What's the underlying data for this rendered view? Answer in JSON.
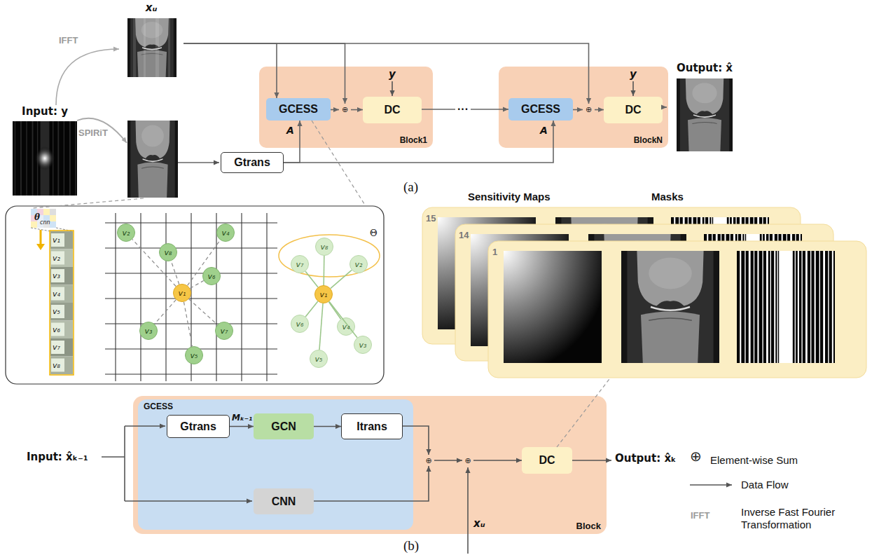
{
  "diagram": {
    "nodes": [
      {
        "text": [
          "Input: y"
        ]
      },
      {
        "text": [
          "xᵤ"
        ]
      },
      {
        "text": [
          "Gtrans"
        ]
      },
      {
        "text": [
          "Block1"
        ]
      },
      {
        "text": [
          "GCESS"
        ],
        "in": 3
      },
      {
        "text": [
          "⊕"
        ],
        "in": 3
      },
      {
        "text": [
          "DC"
        ],
        "in": 3
      },
      {
        "text": [
          "BlockN"
        ]
      },
      {
        "text": [
          "GCESS"
        ],
        "in": 7
      },
      {
        "text": [
          "⊕"
        ],
        "in": 7
      },
      {
        "text": [
          "DC"
        ],
        "in": 7
      },
      {
        "text": [
          "Output: x̂"
        ]
      },
      {
        "text": [
          "v₂"
        ]
      },
      {
        "text": [
          "v₄"
        ]
      },
      {
        "text": [
          "v₈"
        ]
      },
      {
        "text": [
          "v₆"
        ]
      },
      {
        "text": [
          "v₁"
        ]
      },
      {
        "text": [
          "v₃"
        ]
      },
      {
        "text": [
          "v₇"
        ]
      },
      {
        "text": [
          "v₅"
        ]
      },
      {
        "text": [
          "v₈"
        ]
      },
      {
        "text": [
          "v₇"
        ]
      },
      {
        "text": [
          "v₂"
        ]
      },
      {
        "text": [
          "v₁"
        ]
      },
      {
        "text": [
          "v₆"
        ]
      },
      {
        "text": [
          "v₄"
        ]
      },
      {
        "text": [
          "v₃"
        ]
      },
      {
        "text": [
          "v₅"
        ]
      },
      {
        "text": [
          "Block"
        ]
      },
      {
        "text": [
          "GCESS"
        ],
        "in": 28
      },
      {
        "text": [
          "Gtrans"
        ],
        "in": 29
      },
      {
        "text": [
          "GCN"
        ],
        "in": 29
      },
      {
        "text": [
          "Itrans"
        ],
        "in": 29
      },
      {
        "text": [
          "CNN"
        ],
        "in": 29
      },
      {
        "text": [
          "⊕"
        ],
        "in": 28
      },
      {
        "text": [
          "⊕"
        ],
        "in": 28
      },
      {
        "text": [
          "DC"
        ],
        "in": 28
      }
    ],
    "edges": [
      {
        "from": 0,
        "to": 1,
        "arrow": "to",
        "label": "IFFT"
      },
      {
        "from": 1,
        "to": 4,
        "arrow": "to"
      },
      {
        "from": 1,
        "to": 5,
        "arrow": "to"
      },
      {
        "from": 1,
        "to": 9,
        "arrow": "to"
      },
      {
        "from": 2,
        "to": 4,
        "arrow": "to",
        "label": "A"
      },
      {
        "from": 2,
        "to": 8,
        "arrow": "to",
        "label": "A"
      },
      {
        "from": 4,
        "to": 5,
        "arrow": "to"
      },
      {
        "from": 5,
        "to": 6,
        "arrow": "to"
      },
      {
        "from": 6,
        "to": 8,
        "arrow": "to",
        "label": "···"
      },
      {
        "from": 8,
        "to": 9,
        "arrow": "to"
      },
      {
        "from": 9,
        "to": 10,
        "arrow": "to"
      },
      {
        "from": 10,
        "to": 11,
        "arrow": "to"
      },
      {
        "from": 16,
        "to": 12,
        "arrow": "none"
      },
      {
        "from": 16,
        "to": 13,
        "arrow": "none"
      },
      {
        "from": 16,
        "to": 14,
        "arrow": "none"
      },
      {
        "from": 16,
        "to": 15,
        "arrow": "none"
      },
      {
        "from": 16,
        "to": 17,
        "arrow": "none"
      },
      {
        "from": 16,
        "to": 18,
        "arrow": "none"
      },
      {
        "from": 16,
        "to": 19,
        "arrow": "none"
      },
      {
        "from": 23,
        "to": 20,
        "arrow": "none"
      },
      {
        "from": 23,
        "to": 21,
        "arrow": "none"
      },
      {
        "from": 23,
        "to": 22,
        "arrow": "none"
      },
      {
        "from": 23,
        "to": 24,
        "arrow": "none"
      },
      {
        "from": 23,
        "to": 25,
        "arrow": "none"
      },
      {
        "from": 23,
        "to": 26,
        "arrow": "none"
      },
      {
        "from": 23,
        "to": 27,
        "arrow": "none"
      },
      {
        "from": 30,
        "to": 31,
        "arrow": "to",
        "label": "Mₖ₋₁"
      },
      {
        "from": 31,
        "to": 32,
        "arrow": "to"
      },
      {
        "from": 32,
        "to": 34,
        "arrow": "to"
      },
      {
        "from": 33,
        "to": 34,
        "arrow": "to"
      },
      {
        "from": 34,
        "to": 35,
        "arrow": "to"
      },
      {
        "from": 35,
        "to": 36,
        "arrow": "to"
      }
    ],
    "labels": [
      "SPIRiT",
      "y",
      "y",
      "(a)",
      "θ",
      "cnn",
      "Θ",
      "v₁",
      "v₂",
      "v₃",
      "v₄",
      "v₅",
      "v₆",
      "v₇",
      "v₈",
      "Sensitivity Maps",
      "Masks",
      "15",
      "14",
      "1",
      "Input: x̂ₖ₋₁",
      "xᵤ",
      "Output: x̂ₖ",
      "(b)",
      "⊕",
      "IFFT"
    ],
    "legend": [
      {
        "text": "Element-wise Sum"
      },
      {
        "text": "Data Flow"
      },
      {
        "text": "Inverse Fast Fourier Transformation"
      }
    ]
  }
}
